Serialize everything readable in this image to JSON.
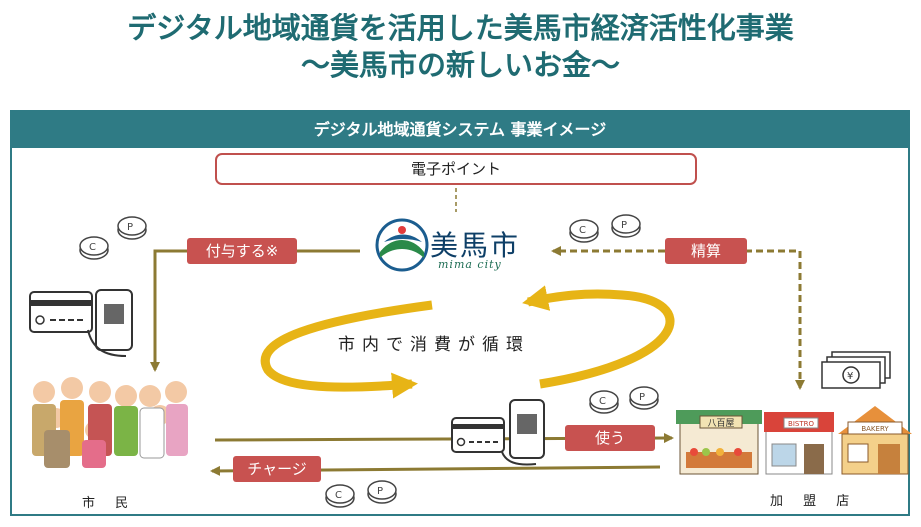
{
  "title": {
    "line1": "デジタル地域通貨を活用した美馬市経済活性化事業",
    "line2": "〜美馬市の新しいお金〜"
  },
  "panel": {
    "header": "デジタル地域通貨システム 事業イメージ",
    "epoint_label": "電子ポイント",
    "logo_text": "美馬市",
    "logo_sub": "mima city",
    "tags": {
      "grant": "付与する※",
      "settle": "精算",
      "use": "使う",
      "charge": "チャージ"
    },
    "circulation": "市内で消費が循環",
    "citizens_label": "市 民",
    "stores_label": "加 盟 店",
    "store_signs": {
      "greengrocer": "八百屋",
      "bistro": "BISTRO",
      "bakery": "BAKERY"
    }
  },
  "colors": {
    "teal": "#2f7b85",
    "title": "#1f6b72",
    "tag_red": "#c85250",
    "arrow_olive": "#8c7a33",
    "cycle_gold": "#e7b416"
  }
}
